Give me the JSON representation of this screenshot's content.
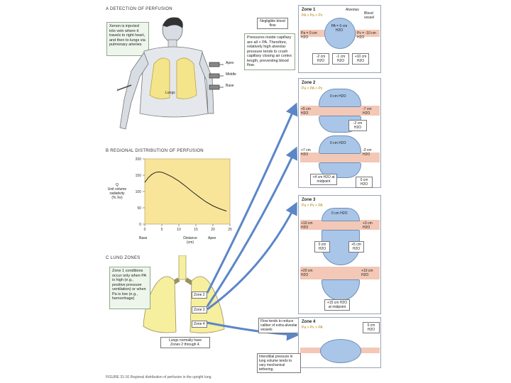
{
  "sectionA": {
    "title": "A  DETECTION OF PERFUSION",
    "note": "Xenon is injected into vein where it travels to right heart, and then to lungs via pulmonary arteries",
    "lungs_label": "Lungs",
    "probes": [
      "Apex",
      "Middle",
      "Base"
    ]
  },
  "sectionB": {
    "title": "B  REGIONAL DISTRIBUTION OF PERFUSION",
    "ylabel_lines": [
      "Q",
      "Unit volume",
      "radiativity",
      "(% Xe)"
    ],
    "xlabel_lines": [
      "Distance",
      "(cm)"
    ],
    "xlabel_ends": [
      "Base",
      "Apex"
    ]
  },
  "chart_data": {
    "type": "line",
    "title": "",
    "xlabel": "Distance (cm)",
    "ylabel": "Unit volume radiativity (% Xe)",
    "x_ticks": [
      "0",
      "5",
      "10",
      "15",
      "20",
      "25"
    ],
    "y_ticks": [
      "0",
      "50",
      "100",
      "150",
      "200"
    ],
    "xlim": [
      0,
      25
    ],
    "ylim": [
      0,
      200
    ],
    "series": [
      {
        "x": [
          0,
          1,
          2,
          3,
          4,
          5,
          6,
          8,
          10,
          12,
          14,
          16,
          18,
          20,
          22,
          24
        ],
        "values": [
          128,
          142,
          152,
          158,
          160,
          159,
          155,
          145,
          132,
          116,
          99,
          83,
          68,
          56,
          47,
          40
        ]
      }
    ]
  },
  "sectionC": {
    "title": "C  LUNG ZONES",
    "note": "Zone 1 conditions occur only when PA is high (e.g., positive pressure ventilation) or when Pa is low (e.g., hemorrhage)",
    "zone_labels": [
      "Zone 2",
      "Zone 3",
      "Zone 4"
    ],
    "caption_lines": [
      "Lungs normally have",
      "Zones 2 through 4."
    ]
  },
  "zone1": {
    "title": "Zone 1",
    "eq": "PA > Pa > Pv",
    "alveolus": "Alveolus",
    "blood_vessel": "Blood vessel",
    "pa": "PA = 0 cm H2O",
    "art": "Pa = 0 cm H2O",
    "ven": "Pv = -10 cm H2O",
    "negligible": "Negligible blood flow",
    "note": "Pressures inside capillary are all < PA. Therefore, relatively high alveolar pressure tends to crush capillary closing air cortex length, preventing blood flow.",
    "low1": "-2 cm H2O",
    "low2": "-1 cm H2O",
    "low3": "+10 cm H2O"
  },
  "zone2": {
    "title": "Zone 2",
    "eq": "Pa > PA > Pv",
    "top_alv": "0 cm H2O",
    "left1": "+5 cm H2O",
    "right1": "-7 cm H2O",
    "mid": "-2 cm H2O",
    "bot_alv": "0 cm H2O",
    "left2": "+7 cm H2O",
    "right2": "-3 cm H2O",
    "q1": "+4 cm H2O at midpoint",
    "q2": "0 cm H2O"
  },
  "zone3": {
    "title": "Zone 3",
    "eq": "Pa > Pv > PA",
    "top_alv": "0 cm H2O",
    "left1": "+10 cm H2O",
    "right1": "+3 cm H2O",
    "m1": "0 cm H2O",
    "m2": "+5 cm H2O",
    "left2": "+20 cm H2O",
    "right2": "+10 cm H2O",
    "q": "+15 cm H2O at midpoint"
  },
  "zone4": {
    "title": "Zone 4",
    "eq": "Pa > Pv > PA",
    "note_top": "Flow tends to reduce caliber of extra-alveolar vessels",
    "alv": "0 cm H2O",
    "note_bottom": "Interstitial pressure in lung volume tends to vary mechanical tethering."
  },
  "caption": "FIGURE 31-16  Regional distribution of perfusion in the upright lung.",
  "colors": {
    "arrow": "#5b86c8",
    "chart_bg": "#f9e59a",
    "lung": "#f6ef9e",
    "alveolus": "#a9c6e8",
    "capillary": "#f3c8b6"
  }
}
